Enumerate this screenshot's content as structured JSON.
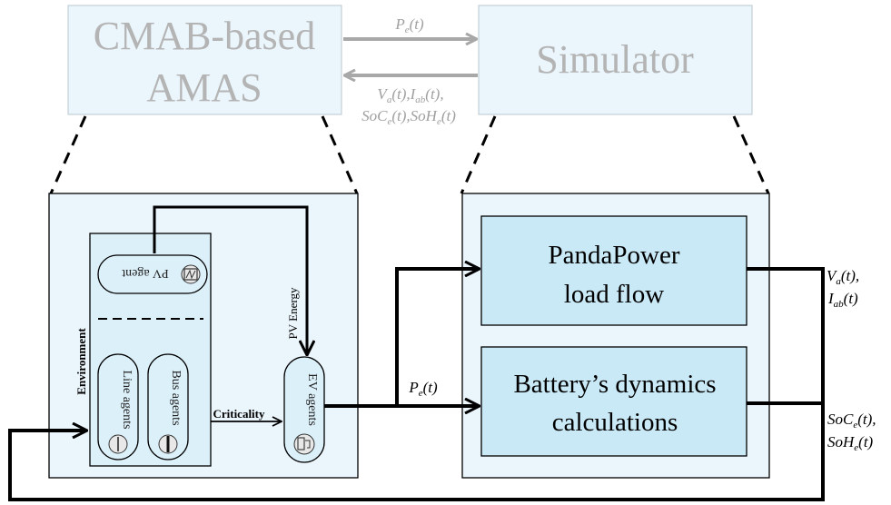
{
  "top": {
    "left_box_line1": "CMAB-based",
    "left_box_line2": "AMAS",
    "right_box": "Simulator",
    "arrow_forward_label": "P_e(t)",
    "arrow_back_label_line1": "V_a(t),I_ab(t),",
    "arrow_back_label_line2": "SoC_e(t),SoH_e(t)"
  },
  "amas": {
    "environment_label": "Environment",
    "pv_agent_label": "PV agent",
    "line_agents_label": "Line agents",
    "bus_agents_label": "Bus agents",
    "ev_agents_label": "EV agents",
    "pv_energy_label": "PV Energy",
    "criticality_label": "Criticality"
  },
  "simulator": {
    "pandapower_line1": "PandaPower",
    "pandapower_line2": "load flow",
    "battery_line1": "Battery’s dynamics",
    "battery_line2": "calculations",
    "p_label": "P_e(t)",
    "out1_line1": "V_a(t),",
    "out1_line2": "I_ab(t)",
    "out2_line1": "SoC_e(t),",
    "out2_line2": "SoH_e(t)"
  },
  "colors": {
    "box_fill_light": "#eaf5fc",
    "box_fill": "#dcf0fa",
    "inner_fill": "#c9e9f6",
    "faded_stroke": "#a8a8a8",
    "faded_text": "#b4b4b4"
  }
}
